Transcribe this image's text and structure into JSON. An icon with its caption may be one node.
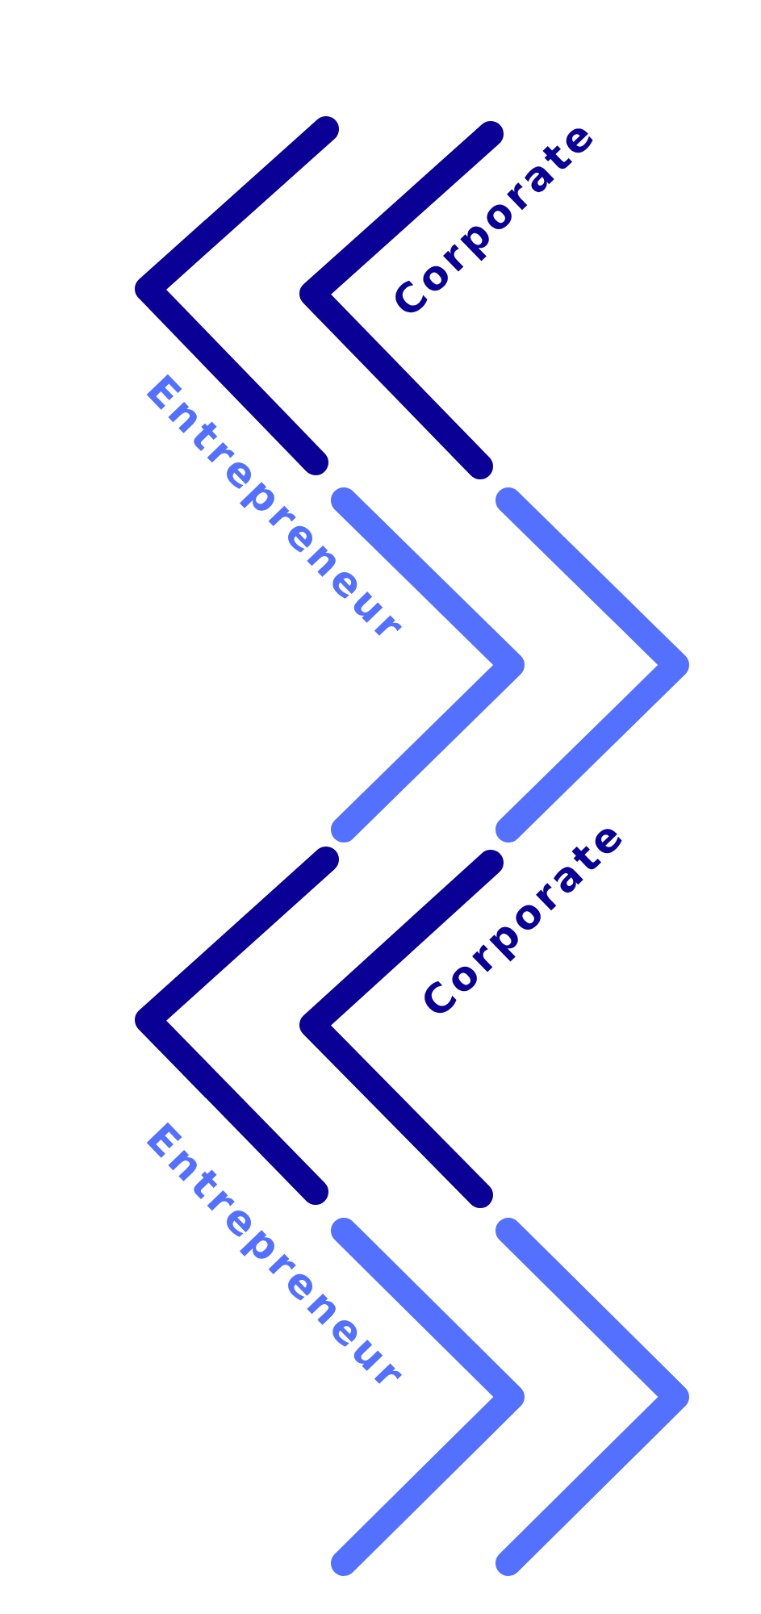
{
  "diagram": {
    "labels": [
      "Corporate",
      "Entrepreneur",
      "Corporate",
      "Entrepreneur"
    ]
  }
}
